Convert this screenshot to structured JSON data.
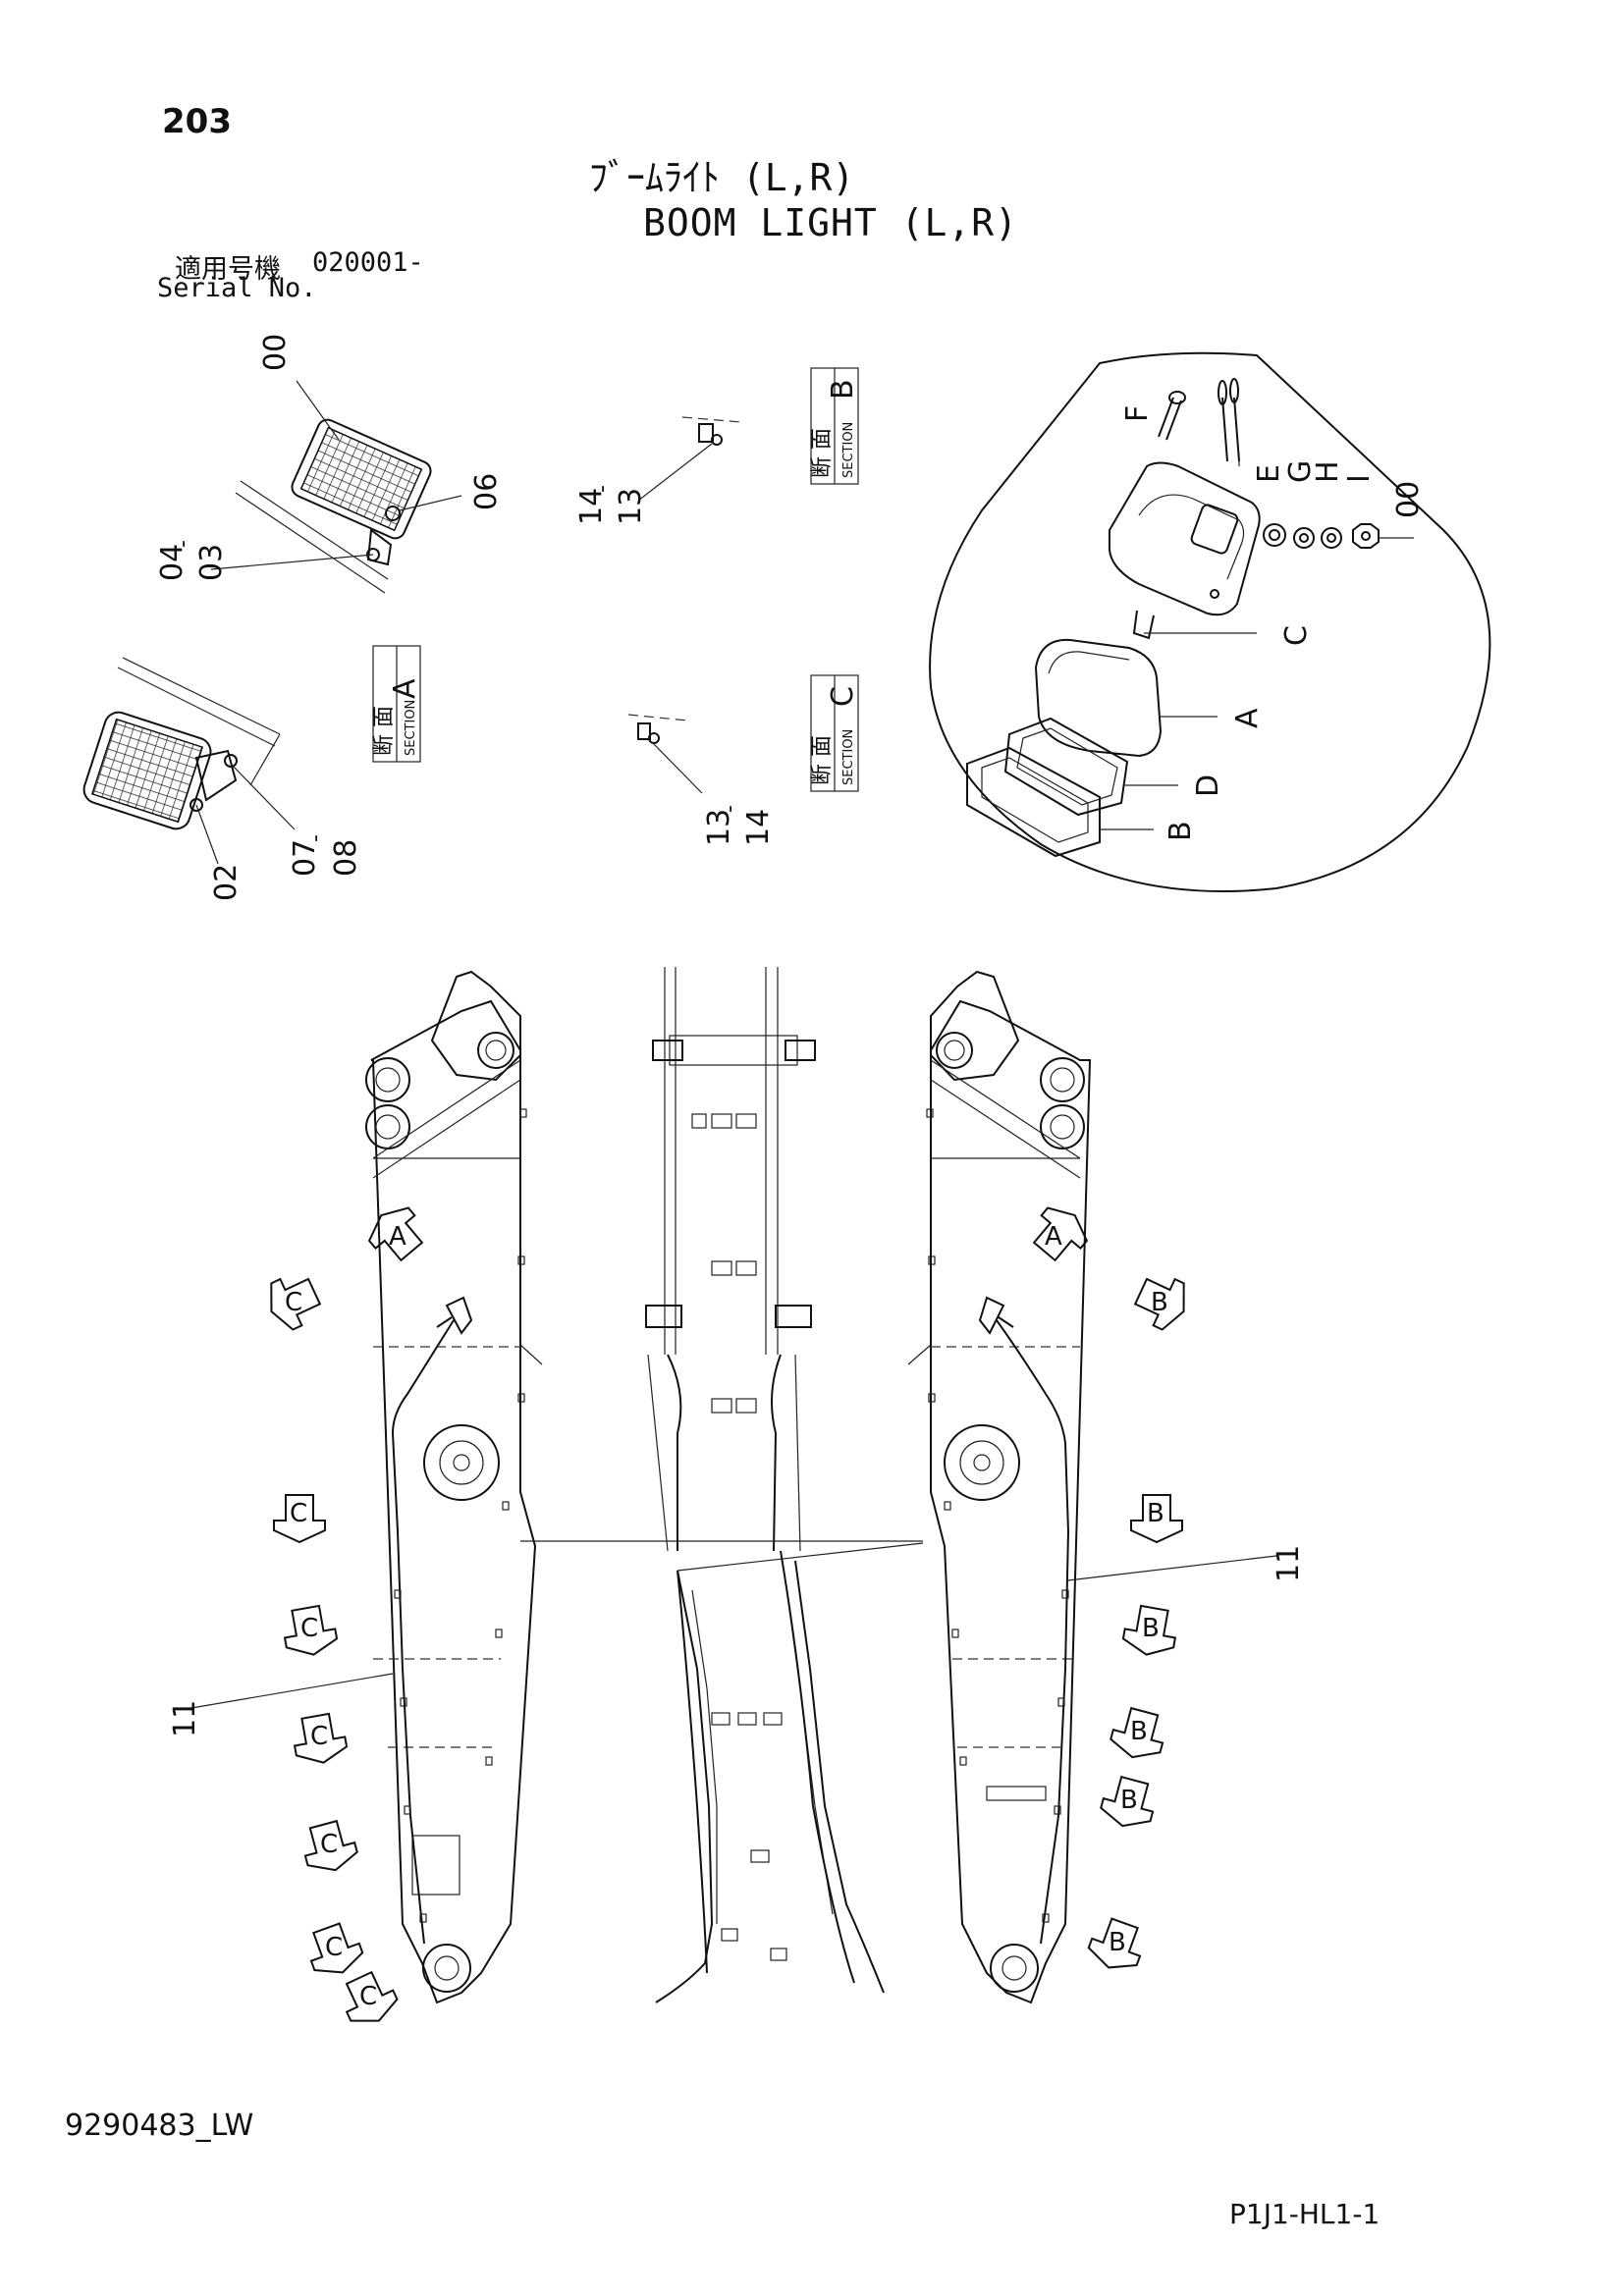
{
  "header": {
    "page_number": "203",
    "title_jp": "ﾌﾞｰﾑﾗｲﾄ (L,R)",
    "title_en": "BOOM LIGHT (L,R)",
    "serial_label_jp": "適用号機",
    "serial_value": "020001-",
    "serial_label_en": "Serial No."
  },
  "footer": {
    "doc_code": "9290483_LW",
    "page_ref": "P1J1-HL1-1"
  },
  "sections": {
    "a": {
      "jp": "断 面",
      "en": "SECTION",
      "letter": "A"
    },
    "b": {
      "jp": "断 面",
      "en": "SECTION",
      "letter": "B"
    },
    "c": {
      "jp": "断 面",
      "en": "SECTION",
      "letter": "C"
    }
  },
  "part_labels": {
    "p00_top": "00",
    "p06": "06",
    "p04": "04",
    "p03": "03",
    "p02": "02",
    "p07": "07",
    "p08": "08",
    "p14_top": "14",
    "p13_top": "13",
    "p13_mid": "13",
    "p14_mid": "14",
    "p11_left": "11",
    "p11_right": "11",
    "dash": "-"
  },
  "detail_labels": {
    "f": "F",
    "e": "E",
    "g": "G",
    "h": "H",
    "i": "I",
    "p00": "00",
    "c": "C",
    "a": "A",
    "d": "D",
    "b": "B"
  },
  "view_arrows": {
    "a": "A",
    "b": "B",
    "c": "C"
  }
}
